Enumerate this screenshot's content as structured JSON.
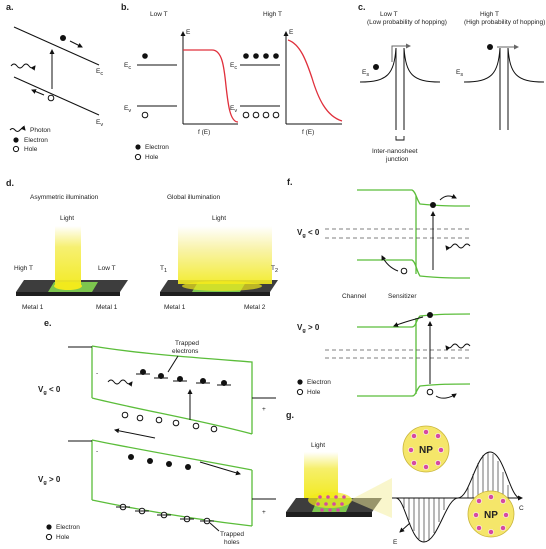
{
  "panels": {
    "a": {
      "letter": "a.",
      "ec": "E",
      "ec_sub": "c",
      "ev": "E",
      "ev_sub": "v",
      "legend": [
        "Photon",
        "Electron",
        "Hole"
      ]
    },
    "b": {
      "letter": "b.",
      "low_t": "Low T",
      "high_t": "High T",
      "e_axis": "E",
      "f_axis": "f (E)",
      "ec": "E",
      "ev": "E",
      "ec_sub": "c",
      "ev_sub": "v",
      "legend": [
        "Electron",
        "Hole"
      ]
    },
    "c": {
      "letter": "c.",
      "low_t": "Low T",
      "low_t_note": "(Low probability of hopping)",
      "high_t": "High T",
      "high_t_note": "(High probability of hopping)",
      "es": "E",
      "es_sub": "s",
      "junction": "Inter-nanosheet",
      "junction2": "junction"
    },
    "d": {
      "letter": "d.",
      "asym": "Asymmetric illumination",
      "global": "Global illumination",
      "light": "Light",
      "high_t": "High T",
      "low_t": "Low T",
      "t1": "T",
      "t1_sub": "1",
      "t2": "T",
      "t2_sub": "2",
      "metal_left_a": "Metal 1",
      "metal_right_a": "Metal 1",
      "metal_left_b": "Metal 1",
      "metal_right_b": "Metal 2"
    },
    "e": {
      "letter": "e.",
      "vg_neg": "V",
      "vg_neg_rest": " < 0",
      "vg_pos": "V",
      "vg_pos_rest": " > 0",
      "vg_sub": "g",
      "trapped_e": "Trapped",
      "trapped_e2": "electrons",
      "trapped_h": "Trapped",
      "trapped_h2": "holes",
      "minus": "-",
      "plus": "+",
      "legend": [
        "Electron",
        "Hole"
      ]
    },
    "f": {
      "letter": "f.",
      "vg_neg": "V",
      "vg_neg_rest": " < 0",
      "vg_pos": "V",
      "vg_pos_rest": " > 0",
      "vg_sub": "g",
      "channel": "Channel",
      "sensitizer": "Sensitizer",
      "legend": [
        "Electron",
        "Hole"
      ]
    },
    "g": {
      "letter": "g.",
      "light": "Light",
      "np": "NP",
      "c_axis": "C",
      "e_axis": "E"
    }
  },
  "colors": {
    "band_green": "#5bbd3a",
    "fermi_red": "#e0303c",
    "light_yellow": "#f2ea1c",
    "np_yellow": "#f5e66a",
    "np_dot": "#d64aa0",
    "metal_gray": "#555555"
  }
}
